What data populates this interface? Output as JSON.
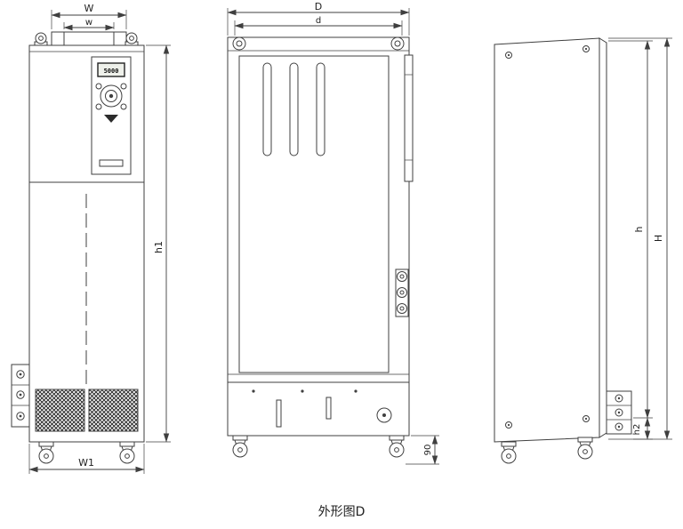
{
  "caption": "外形图D",
  "front": {
    "display_value": "5000",
    "dim_top_outer": "W",
    "dim_top_inner": "w",
    "dim_bottom_width": "W1",
    "dim_height": "h1"
  },
  "side": {
    "dim_top_outer": "D",
    "dim_top_inner": "d",
    "dim_caster_height": "90"
  },
  "rear": {
    "dim_inner_height": "h",
    "dim_overall_height": "H",
    "dim_bottom_height": "h2"
  }
}
